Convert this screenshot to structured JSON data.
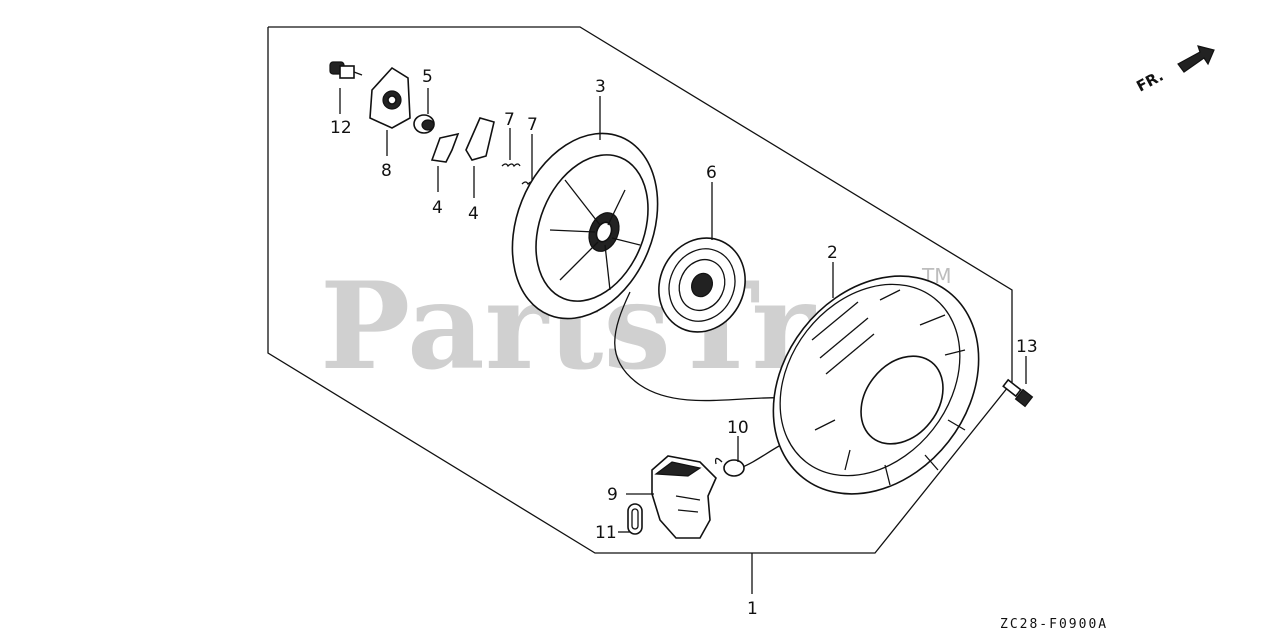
{
  "watermark": {
    "text": "PartsTre",
    "trademark": "TM"
  },
  "direction_label": "FR.",
  "diagram_code": "ZC28-F0900A",
  "callouts": {
    "c1": "1",
    "c2": "2",
    "c3": "3",
    "c4a": "4",
    "c4b": "4",
    "c5": "5",
    "c6": "6",
    "c7a": "7",
    "c7b": "7",
    "c8": "8",
    "c9": "9",
    "c10": "10",
    "c11": "11",
    "c12": "12",
    "c13": "13"
  },
  "colors": {
    "line": "#111111",
    "watermark": "#c8c8c8",
    "background": "#ffffff"
  },
  "icons": {
    "direction": "arrow-right-icon"
  }
}
